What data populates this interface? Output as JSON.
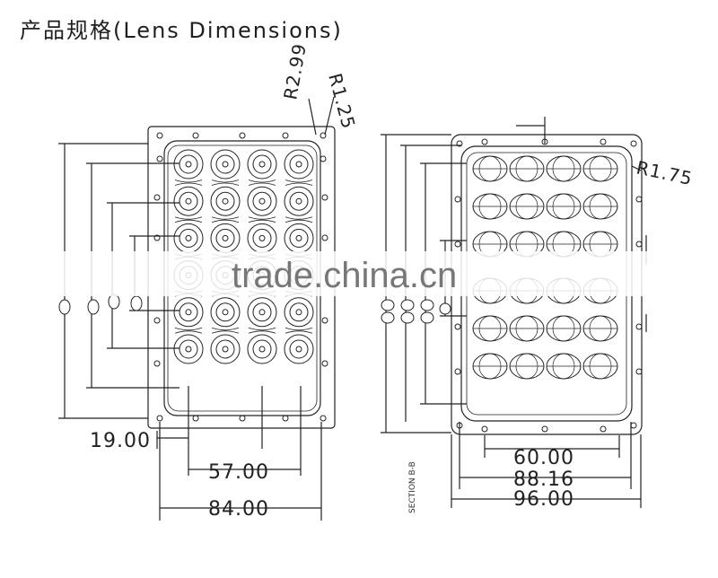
{
  "title": "产品规格(Lens Dimensions)",
  "left_view": {
    "radius_outer": "R2.99",
    "radius_corner": "R1.25",
    "dim_hole_pitch": "19.00",
    "dim_inner": "57.00",
    "dim_overall": "84.00",
    "rows": 6,
    "cols": 4
  },
  "right_view": {
    "radius_corner": "R1.75",
    "dim_inner": "60.00",
    "dim_middle": "88.16",
    "dim_overall": "96.00",
    "section_label": "SECTION B-B",
    "rows": 6,
    "cols": 4
  },
  "watermark": "trade.china.cn"
}
